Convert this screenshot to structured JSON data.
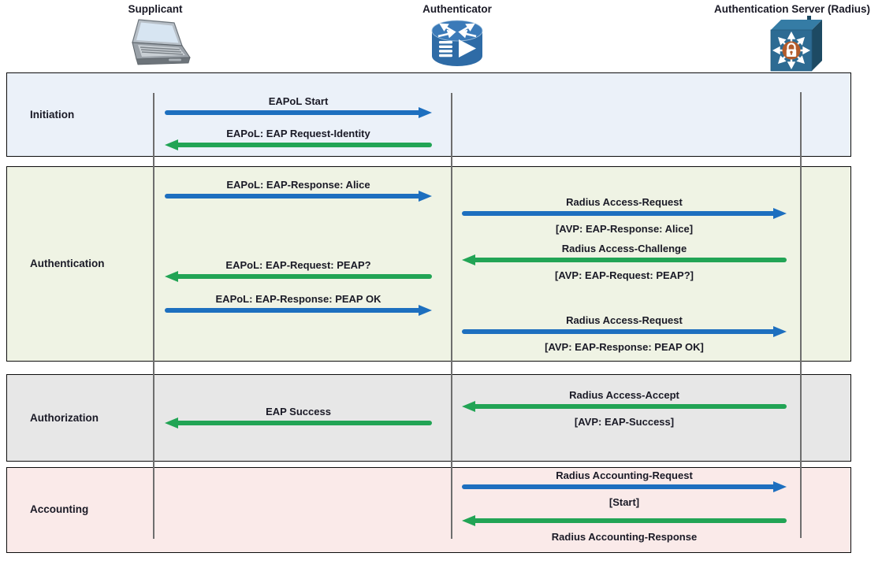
{
  "actors": [
    {
      "name": "Supplicant",
      "icon": "laptop-icon"
    },
    {
      "name": "Authenticator",
      "icon": "router-icon"
    },
    {
      "name": "Authentication Server (Radius)",
      "icon": "secure-server-icon"
    }
  ],
  "palette": {
    "arrow_blue": "#1d6fbf",
    "arrow_green": "#22a455",
    "initiation_bg": "#ebf1f9",
    "authentication_bg": "#eff3e4",
    "authorization_bg": "#e7e7e7",
    "accounting_bg": "#faeae9"
  },
  "sections": [
    {
      "label": "Initiation",
      "messages": [
        {
          "label": "EAPoL Start",
          "lane": "supplicant-authenticator",
          "direction": "right",
          "color": "blue"
        },
        {
          "label": "EAPoL: EAP Request-Identity",
          "lane": "supplicant-authenticator",
          "direction": "left",
          "color": "green"
        }
      ]
    },
    {
      "label": "Authentication",
      "messages": [
        {
          "label": "EAPoL: EAP-Response: Alice",
          "lane": "supplicant-authenticator",
          "direction": "right",
          "color": "blue"
        },
        {
          "label": "Radius Access-Request",
          "sublabel": "[AVP: EAP-Response: Alice]",
          "lane": "authenticator-server",
          "direction": "right",
          "color": "blue"
        },
        {
          "label": "Radius Access-Challenge",
          "sublabel": "[AVP: EAP-Request: PEAP?]",
          "lane": "authenticator-server",
          "direction": "left",
          "color": "green"
        },
        {
          "label": "EAPoL: EAP-Request: PEAP?",
          "lane": "supplicant-authenticator",
          "direction": "left",
          "color": "green"
        },
        {
          "label": "EAPoL: EAP-Response: PEAP OK",
          "lane": "supplicant-authenticator",
          "direction": "right",
          "color": "blue"
        },
        {
          "label": "Radius Access-Request",
          "sublabel": "[AVP: EAP-Response: PEAP OK]",
          "lane": "authenticator-server",
          "direction": "right",
          "color": "blue"
        }
      ]
    },
    {
      "label": "Authorization",
      "messages": [
        {
          "label": "Radius Access-Accept",
          "sublabel": "[AVP: EAP-Success]",
          "lane": "authenticator-server",
          "direction": "left",
          "color": "green"
        },
        {
          "label": "EAP Success",
          "lane": "supplicant-authenticator",
          "direction": "left",
          "color": "green"
        }
      ]
    },
    {
      "label": "Accounting",
      "messages": [
        {
          "label": "Radius Accounting-Request",
          "sublabel": "[Start]",
          "lane": "authenticator-server",
          "direction": "right",
          "color": "blue"
        },
        {
          "label": "Radius Accounting-Response",
          "lane": "authenticator-server",
          "direction": "left",
          "color": "green"
        }
      ]
    }
  ]
}
